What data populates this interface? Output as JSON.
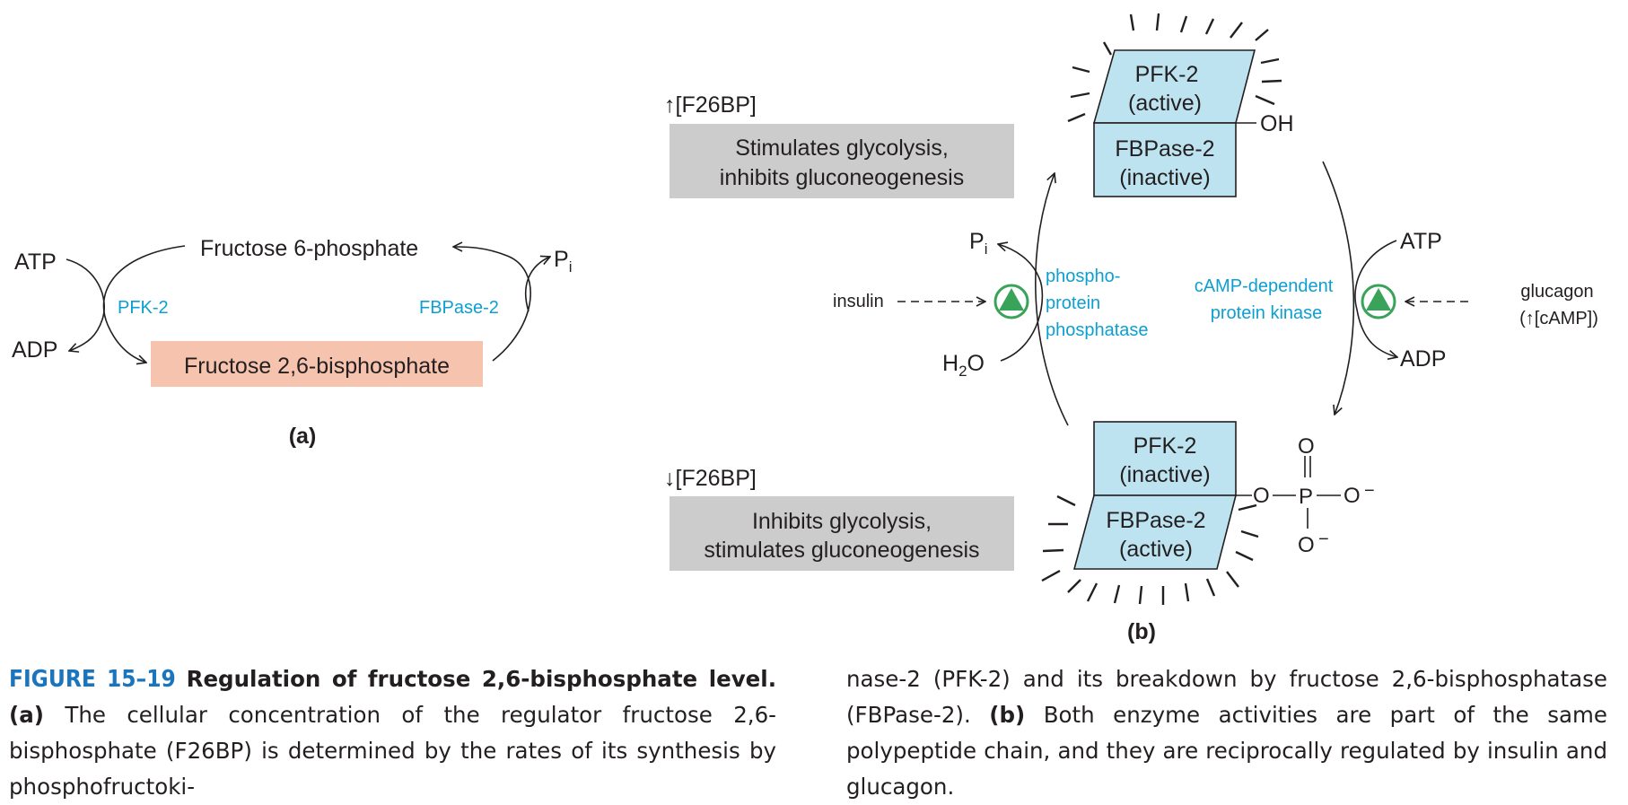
{
  "panel_a": {
    "fructose6p": "Fructose 6-phosphate",
    "fructose26bp": "Fructose 2,6-bisphosphate",
    "atp": "ATP",
    "adp": "ADP",
    "pi": "P",
    "pi_sub": "i",
    "pfk2": "PFK-2",
    "fbpase2": "FBPase-2",
    "label": "(a)"
  },
  "panel_b": {
    "up_f26bp": "↑[F26BP]",
    "down_f26bp": "↓[F26BP]",
    "top_box_line1": "Stimulates glycolysis,",
    "top_box_line2": "inhibits gluconeogenesis",
    "bottom_box_line1": "Inhibits glycolysis,",
    "bottom_box_line2": "stimulates gluconeogenesis",
    "top_pfk2": "PFK-2",
    "top_pfk2_state": "(active)",
    "top_fbpase2": "FBPase-2",
    "top_fbpase2_state": "(inactive)",
    "oh": "OH",
    "bottom_pfk2": "PFK-2",
    "bottom_pfk2_state": "(inactive)",
    "bottom_fbpase2": "FBPase-2",
    "bottom_fbpase2_state": "(active)",
    "phosphate_o_top": "O",
    "phosphate_o_left": "O",
    "phosphate_p": "P",
    "phosphate_o_right": "O",
    "phosphate_o_bottom": "O",
    "minus": "−",
    "pi": "P",
    "pi_sub": "i",
    "h2o_h": "H",
    "h2o_2": "2",
    "h2o_o": "O",
    "insulin": "insulin",
    "phosphatase_line1": "phospho-",
    "phosphatase_line2": "protein",
    "phosphatase_line3": "phosphatase",
    "kinase_line1": "cAMP-dependent",
    "kinase_line2": "protein kinase",
    "atp": "ATP",
    "adp": "ADP",
    "glucagon": "glucagon",
    "camp": "(↑[cAMP])",
    "label": "(b)"
  },
  "colors": {
    "enzyme_blue": "#0c9fd0",
    "product_box": "#f6c3ae",
    "gray_box": "#cccccc",
    "enzyme_block": "#bde3f0",
    "stimulator_green": "#3aa35a",
    "figure_label": "#1b75bc"
  },
  "caption": {
    "figure_label": "FIGURE 15–19",
    "title": "Regulation of fructose 2,6-bisphosphate level.",
    "part_a": "(a)",
    "text_a1": "The cellular concentration of the regulator fructose 2,6-bisphosphate (F26BP) is determined by the rates of its synthesis by phosphofructoki-",
    "text_a2": "nase-2 (PFK-2) and its breakdown by fructose 2,6-bisphosphatase (FBPase-2).",
    "part_b": "(b)",
    "text_b": "Both enzyme activities are part of the same polypeptide chain, and they are reciprocally regulated by insulin and glucagon."
  }
}
